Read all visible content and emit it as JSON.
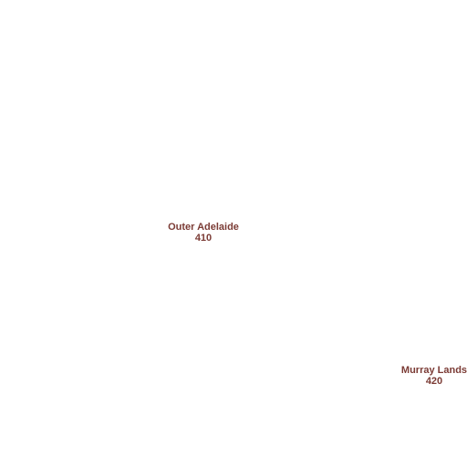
{
  "map": {
    "label_color": "#7b3b35",
    "regions": [
      {
        "name": "Outer Adelaide",
        "code": "410"
      },
      {
        "name": "Murray Lands",
        "code": "420"
      }
    ]
  }
}
